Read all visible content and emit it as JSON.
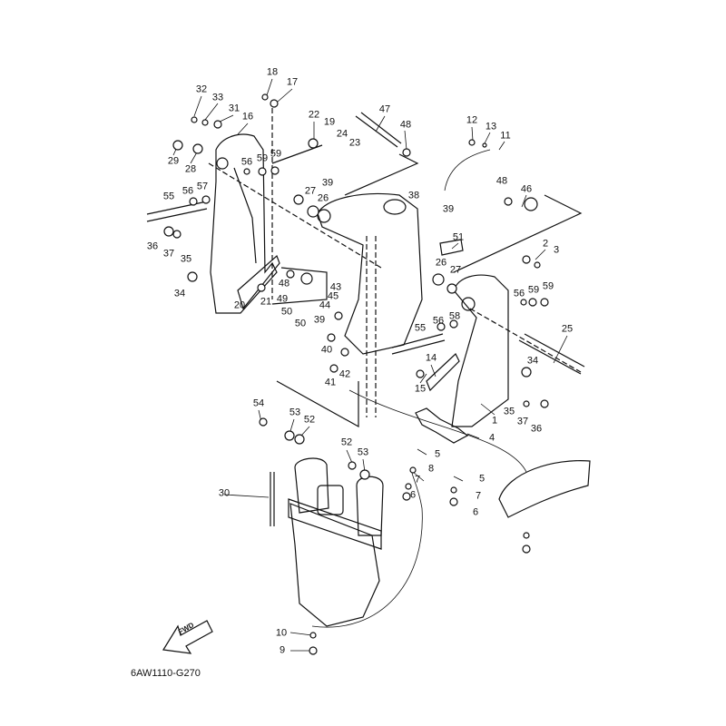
{
  "diagram_code": "6AW1110-G270",
  "direction_label": "FWD",
  "line_color": "#111111",
  "background_color": "#ffffff",
  "part_labels": [
    "32",
    "33",
    "31",
    "16",
    "18",
    "17",
    "22",
    "19",
    "24",
    "23",
    "47",
    "48",
    "12",
    "13",
    "11",
    "29",
    "28",
    "56",
    "59",
    "59",
    "39",
    "27",
    "26",
    "38",
    "48",
    "46",
    "39",
    "57",
    "56",
    "55",
    "36",
    "37",
    "35",
    "34",
    "20",
    "21",
    "48",
    "49",
    "50",
    "50",
    "43",
    "45",
    "44",
    "39",
    "40",
    "41",
    "42",
    "51",
    "2",
    "3",
    "26",
    "27",
    "56",
    "59",
    "59",
    "58",
    "56",
    "55",
    "25",
    "14",
    "34",
    "15",
    "35",
    "37",
    "1",
    "36",
    "4",
    "5",
    "8",
    "5",
    "7",
    "6",
    "7",
    "6",
    "54",
    "53",
    "52",
    "52",
    "53",
    "30",
    "10",
    "9"
  ]
}
